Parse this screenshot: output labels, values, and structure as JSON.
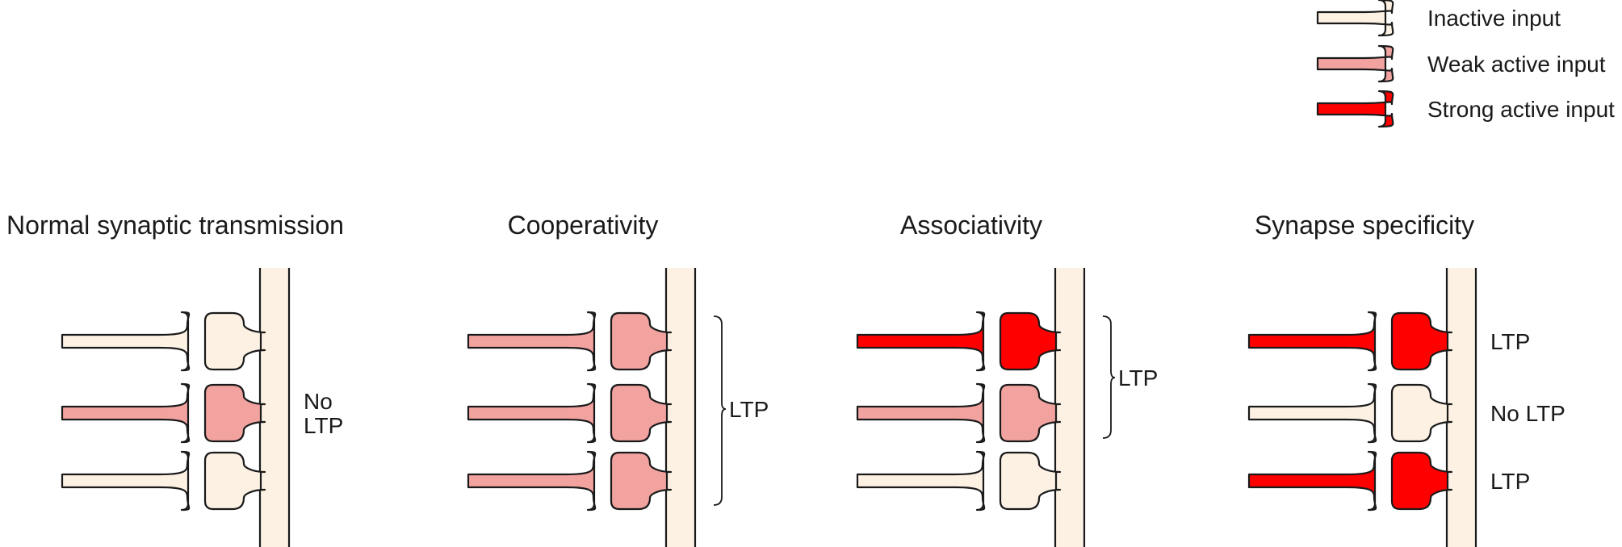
{
  "colors": {
    "inactive": "#fdf1e4",
    "weak": "#f2a3a0",
    "strong": "#ff0000",
    "outline": "#1a1a1a",
    "dendrite": "#fdf1e4"
  },
  "legend": [
    {
      "state": "inactive",
      "label": "Inactive input"
    },
    {
      "state": "weak",
      "label": "Weak active input"
    },
    {
      "state": "strong",
      "label": "Strong active input"
    }
  ],
  "panels": [
    {
      "title": "Normal synaptic transmission",
      "inputs": [
        "inactive",
        "weak",
        "inactive"
      ],
      "spines": [
        "inactive",
        "weak",
        "inactive"
      ],
      "annotations": [
        {
          "lines": [
            "No",
            "LTP"
          ],
          "bracket": false,
          "rows": [
            1
          ]
        }
      ]
    },
    {
      "title": "Cooperativity",
      "inputs": [
        "weak",
        "weak",
        "weak"
      ],
      "spines": [
        "weak",
        "weak",
        "weak"
      ],
      "annotations": [
        {
          "lines": [
            "LTP"
          ],
          "bracket": true,
          "rows": [
            0,
            2
          ]
        }
      ]
    },
    {
      "title": "Associativity",
      "inputs": [
        "strong",
        "weak",
        "inactive"
      ],
      "spines": [
        "strong",
        "weak",
        "inactive"
      ],
      "annotations": [
        {
          "lines": [
            "LTP"
          ],
          "bracket": true,
          "rows": [
            0,
            1
          ]
        }
      ]
    },
    {
      "title": "Synapse specificity",
      "inputs": [
        "strong",
        "inactive",
        "strong"
      ],
      "spines": [
        "strong",
        "inactive",
        "strong"
      ],
      "annotations": [
        {
          "lines": [
            "LTP"
          ],
          "bracket": false,
          "rows": [
            0
          ]
        },
        {
          "lines": [
            "No LTP"
          ],
          "bracket": false,
          "rows": [
            1
          ]
        },
        {
          "lines": [
            "LTP"
          ],
          "bracket": false,
          "rows": [
            2
          ]
        }
      ]
    }
  ]
}
